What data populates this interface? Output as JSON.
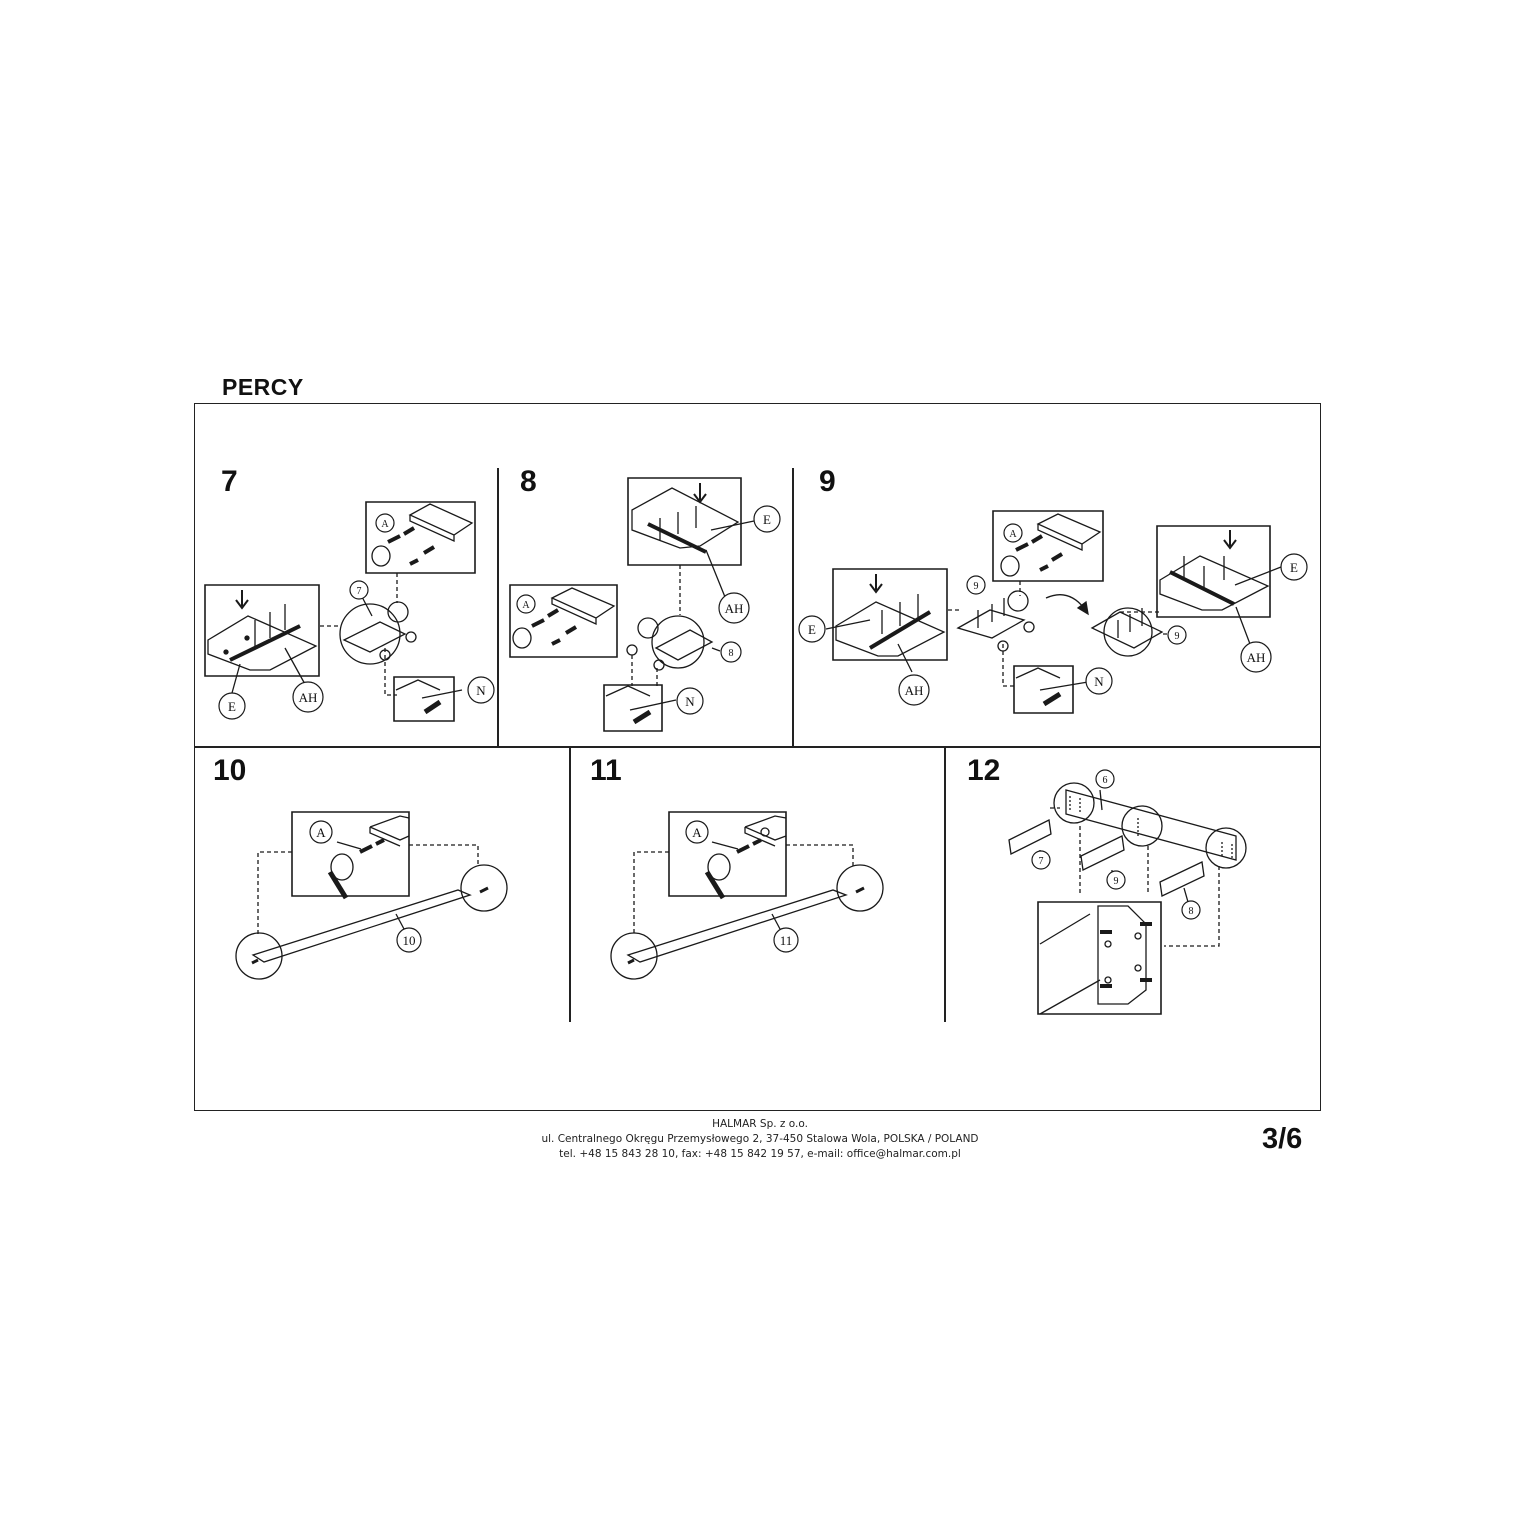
{
  "document": {
    "title": "PERCY",
    "page_number": "3/6"
  },
  "steps": [
    {
      "number": "7",
      "labels": {
        "e": "E",
        "ah": "AH",
        "a": "A",
        "n": "N",
        "part": "7"
      }
    },
    {
      "number": "8",
      "labels": {
        "e": "E",
        "ah": "AH",
        "a": "A",
        "n": "N",
        "part": "8"
      }
    },
    {
      "number": "9",
      "labels": {
        "e": "E",
        "e2": "E",
        "ah": "AH",
        "ah2": "AH",
        "a": "A",
        "n": "N",
        "part": "9",
        "part2": "9"
      }
    },
    {
      "number": "10",
      "labels": {
        "a": "A",
        "part": "10"
      }
    },
    {
      "number": "11",
      "labels": {
        "a": "A",
        "part": "11"
      }
    },
    {
      "number": "12",
      "labels": {
        "p6": "6",
        "p7": "7",
        "p9": "9",
        "p8": "8"
      }
    }
  ],
  "footer": {
    "company": "HALMAR Sp. z o.o.",
    "address": "ul. Centralnego Okręgu Przemysłowego 2, 37-450 Stalowa Wola, POLSKA / POLAND",
    "contact": "tel. +48 15 843 28 10, fax: +48 15 842 19 57, e-mail: office@halmar.com.pl"
  }
}
